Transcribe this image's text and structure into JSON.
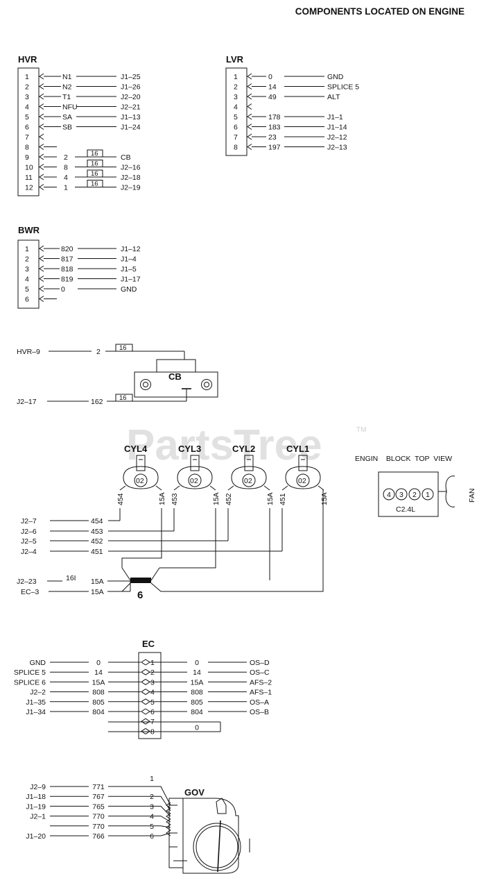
{
  "page_title": "COMPONENTS LOCATED ON ENGINE",
  "watermark": "PartsTree",
  "trademark": "TM",
  "hvr": {
    "title": "HVR",
    "rows": [
      {
        "pin": "1",
        "wire": "N1",
        "dest": "J1–25"
      },
      {
        "pin": "2",
        "wire": "N2",
        "dest": "J1–26"
      },
      {
        "pin": "3",
        "wire": "T1",
        "dest": "J2–20"
      },
      {
        "pin": "4",
        "wire": "NFU",
        "dest": "J2–21"
      },
      {
        "pin": "5",
        "wire": "SA",
        "dest": "J1–13"
      },
      {
        "pin": "6",
        "wire": "SB",
        "dest": "J1–24"
      },
      {
        "pin": "7",
        "wire": "",
        "dest": ""
      },
      {
        "pin": "8",
        "wire": "",
        "dest": ""
      },
      {
        "pin": "9",
        "wire": "2",
        "dest": "CB",
        "gauge": "16"
      },
      {
        "pin": "10",
        "wire": "8",
        "dest": "J2–16",
        "gauge": "16"
      },
      {
        "pin": "11",
        "wire": "4",
        "dest": "J2–18",
        "gauge": "16"
      },
      {
        "pin": "12",
        "wire": "1",
        "dest": "J2–19",
        "gauge": "16"
      }
    ]
  },
  "lvr": {
    "title": "LVR",
    "rows": [
      {
        "pin": "1",
        "wire": "0",
        "dest": "GND"
      },
      {
        "pin": "2",
        "wire": "14",
        "dest": "SPLICE 5"
      },
      {
        "pin": "3",
        "wire": "49",
        "dest": "ALT"
      },
      {
        "pin": "4",
        "wire": "",
        "dest": ""
      },
      {
        "pin": "5",
        "wire": "178",
        "dest": "J1–1"
      },
      {
        "pin": "6",
        "wire": "183",
        "dest": "J1–14"
      },
      {
        "pin": "7",
        "wire": "23",
        "dest": "J2–12"
      },
      {
        "pin": "8",
        "wire": "197",
        "dest": "J2–13"
      }
    ]
  },
  "bwr": {
    "title": "BWR",
    "rows": [
      {
        "pin": "1",
        "wire": "820",
        "dest": "J1–12"
      },
      {
        "pin": "2",
        "wire": "817",
        "dest": "J1–4"
      },
      {
        "pin": "3",
        "wire": "818",
        "dest": "J1–5"
      },
      {
        "pin": "4",
        "wire": "819",
        "dest": "J1–17"
      },
      {
        "pin": "5",
        "wire": "0",
        "dest": "GND"
      },
      {
        "pin": "6",
        "wire": "",
        "dest": ""
      }
    ]
  },
  "cb": {
    "title": "CB",
    "top": {
      "src": "HVR–9",
      "wire": "2",
      "gauge": "16"
    },
    "bottom": {
      "src": "J2–17",
      "wire": "162",
      "gauge": "16"
    }
  },
  "cylinders": {
    "labels": [
      "CYL4",
      "CYL3",
      "CYL2",
      "CYL1"
    ],
    "plug_label": "02",
    "wire_tags": [
      [
        "454",
        "15A"
      ],
      [
        "453",
        "15A"
      ],
      [
        "452",
        "15A"
      ],
      [
        "451",
        "15A"
      ]
    ],
    "left_rows": [
      {
        "src": "J2–7",
        "wire": "454"
      },
      {
        "src": "J2–6",
        "wire": "453"
      },
      {
        "src": "J2–5",
        "wire": "452"
      },
      {
        "src": "J2–4",
        "wire": "451"
      }
    ],
    "splice_rows": [
      {
        "src": "J2–23",
        "gauge": "16I",
        "wire": "15A"
      },
      {
        "src": "EC–3",
        "gauge": "",
        "wire": "15A"
      }
    ],
    "splice_label": "6"
  },
  "engine_block": {
    "title": "ENGIN    BLOCK  TOP  VIEW",
    "cylinders": [
      "4",
      "3",
      "2",
      "1"
    ],
    "model": "C2.4L",
    "fan": "FAN"
  },
  "ec": {
    "title": "EC",
    "pins": [
      "1",
      "2",
      "3",
      "4",
      "5",
      "6",
      "7",
      "8"
    ],
    "rows": [
      {
        "left": "GND",
        "lwire": "0",
        "rwire": "0",
        "right": "OS–D"
      },
      {
        "left": "SPLICE 5",
        "lwire": "14",
        "rwire": "14",
        "right": "OS–C"
      },
      {
        "left": "SPLICE 6",
        "lwire": "15A",
        "rwire": "15A",
        "right": "AFS–2"
      },
      {
        "left": "J2–2",
        "lwire": "808",
        "rwire": "808",
        "right": "AFS–1"
      },
      {
        "left": "J1–35",
        "lwire": "805",
        "rwire": "805",
        "right": "OS–A"
      },
      {
        "left": "J1–34",
        "lwire": "804",
        "rwire": "804",
        "right": "OS–B"
      },
      {
        "left": "",
        "lwire": "",
        "rwire": "",
        "right": ""
      },
      {
        "left": "",
        "lwire": "",
        "rwire": "0",
        "right": ""
      }
    ]
  },
  "gov": {
    "title": "GOV",
    "rows": [
      {
        "src": "J2–9",
        "wire": "771",
        "pin": "1"
      },
      {
        "src": "J1–18",
        "wire": "767",
        "pin": "2"
      },
      {
        "src": "J1–19",
        "wire": "765",
        "pin": "3"
      },
      {
        "src": "J2–1",
        "wire": "770",
        "pin": "4"
      },
      {
        "src": "",
        "wire": "770",
        "pin": "5"
      },
      {
        "src": "J1–20",
        "wire": "766",
        "pin": "6"
      }
    ]
  }
}
